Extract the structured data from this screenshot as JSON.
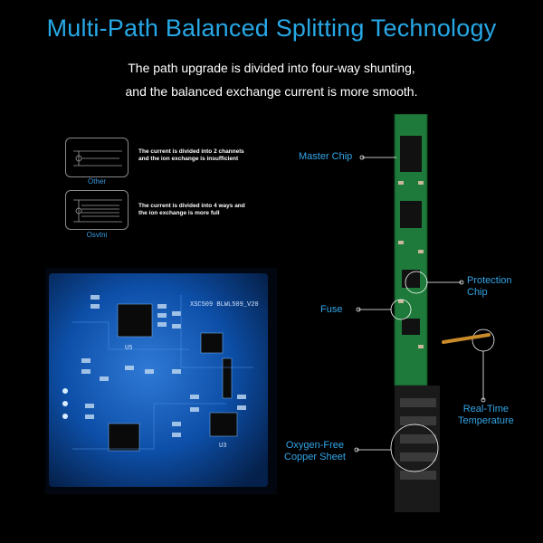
{
  "header": {
    "title": "Multi-Path Balanced Splitting Technology",
    "subtitle_line1": "The path upgrade is divided into four-way shunting,",
    "subtitle_line2": "and the balanced exchange current is more smooth."
  },
  "comparison": {
    "items": [
      {
        "label": "Other",
        "text": "The current is divided into 2 channels and the ion exchange is insufficient"
      },
      {
        "label": "Osvtni",
        "text": "The current is divided into 4 ways and the ion exchange is more full"
      }
    ]
  },
  "pcb": {
    "board_text": "XSC509 BLWL509_V20",
    "chip_labels": [
      "U5",
      "U3"
    ]
  },
  "callouts": {
    "master_chip": "Master Chip",
    "protection_chip_1": "Protection",
    "protection_chip_2": "Chip",
    "fuse": "Fuse",
    "real_time_1": "Real-Time",
    "real_time_2": "Temperature",
    "copper_1": "Oxygen-Free",
    "copper_2": "Copper Sheet"
  },
  "colors": {
    "accent_blue": "#27a8e6",
    "pcb_green": "#1e7a3a",
    "pcb_blue": "#0b4f9e",
    "background": "#000000"
  }
}
